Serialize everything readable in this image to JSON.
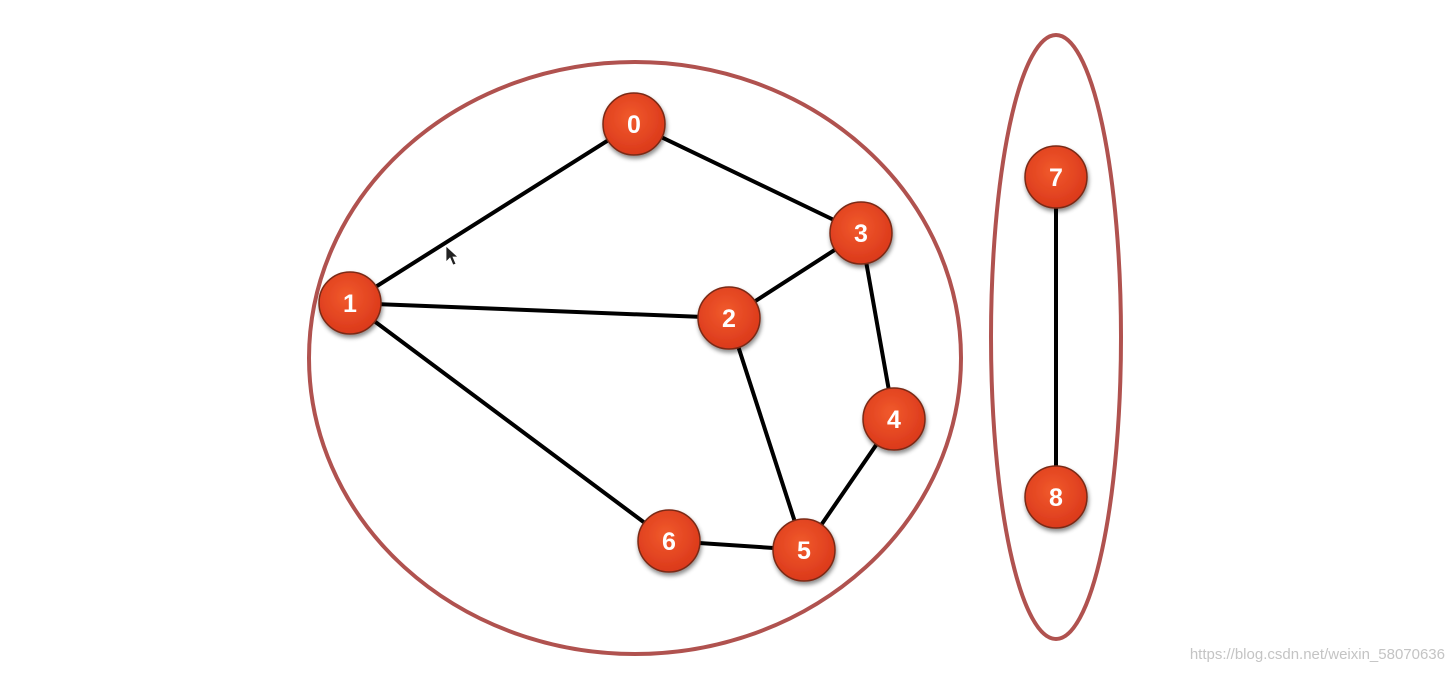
{
  "graph": {
    "node_color": "#e8411d",
    "outline_color": "#b0524f",
    "edge_color": "#000000",
    "nodes": [
      {
        "id": "0",
        "label": "0"
      },
      {
        "id": "1",
        "label": "1"
      },
      {
        "id": "2",
        "label": "2"
      },
      {
        "id": "3",
        "label": "3"
      },
      {
        "id": "4",
        "label": "4"
      },
      {
        "id": "5",
        "label": "5"
      },
      {
        "id": "6",
        "label": "6"
      },
      {
        "id": "7",
        "label": "7"
      },
      {
        "id": "8",
        "label": "8"
      }
    ],
    "edges": [
      [
        "1",
        "0"
      ],
      [
        "0",
        "3"
      ],
      [
        "1",
        "2"
      ],
      [
        "2",
        "3"
      ],
      [
        "3",
        "4"
      ],
      [
        "4",
        "5"
      ],
      [
        "2",
        "5"
      ],
      [
        "6",
        "5"
      ],
      [
        "1",
        "6"
      ],
      [
        "7",
        "8"
      ]
    ],
    "components": [
      {
        "nodes": [
          "0",
          "1",
          "2",
          "3",
          "4",
          "5",
          "6"
        ]
      },
      {
        "nodes": [
          "7",
          "8"
        ]
      }
    ]
  },
  "watermark": {
    "text": "https://blog.csdn.net/weixin_58070636"
  }
}
